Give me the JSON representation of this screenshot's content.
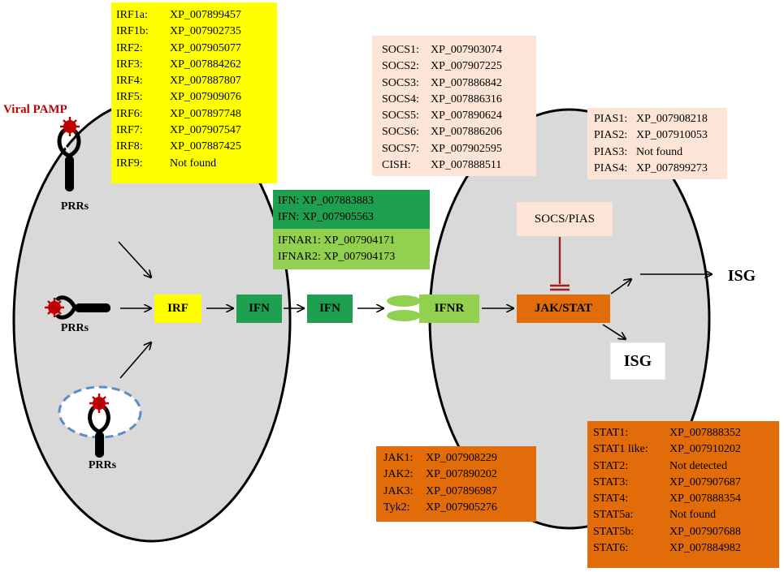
{
  "viral_pamp": "Viral PAMP",
  "prrs": [
    "PRRs",
    "PRRs",
    "PRRs"
  ],
  "irf_genes": [
    {
      "name": "IRF1a:",
      "id": "XP_007899457"
    },
    {
      "name": "IRF1b:",
      "id": "XP_007902735"
    },
    {
      "name": "IRF2:",
      "id": "XP_007905077"
    },
    {
      "name": "IRF3:",
      "id": "XP_007884262"
    },
    {
      "name": "IRF4:",
      "id": "XP_007887807"
    },
    {
      "name": "IRF5:",
      "id": "XP_007909076"
    },
    {
      "name": "IRF6:",
      "id": "XP_007897748"
    },
    {
      "name": "IRF7:",
      "id": "XP_007907547"
    },
    {
      "name": "IRF8:",
      "id": "XP_007887425"
    },
    {
      "name": "IRF9:",
      "id": "Not found"
    }
  ],
  "socs_genes": [
    {
      "name": "SOCS1:",
      "id": "XP_007903074"
    },
    {
      "name": "SOCS2:",
      "id": "XP_007907225"
    },
    {
      "name": "SOCS3:",
      "id": "XP_007886842"
    },
    {
      "name": "SOCS4:",
      "id": "XP_007886316"
    },
    {
      "name": "SOCS5:",
      "id": "XP_007890624"
    },
    {
      "name": "SOCS6:",
      "id": "XP_007886206"
    },
    {
      "name": "SOCS7:",
      "id": "XP_007902595"
    },
    {
      "name": "CISH:",
      "id": "XP_007888511"
    }
  ],
  "pias_genes": [
    {
      "name": "PIAS1:",
      "id": "XP_007908218"
    },
    {
      "name": "PIAS2:",
      "id": "XP_007910053"
    },
    {
      "name": "PIAS3:",
      "id": "Not found"
    },
    {
      "name": "PIAS4:",
      "id": "XP_007899273"
    }
  ],
  "ifn_genes": [
    "IFN: XP_007883883",
    "IFN: XP_007905563"
  ],
  "ifnar_genes": [
    "IFNAR1: XP_007904171",
    "IFNAR2: XP_007904173"
  ],
  "jak_genes": [
    {
      "name": "JAK1:",
      "id": "XP_007908229"
    },
    {
      "name": "JAK2:",
      "id": "XP_007890202"
    },
    {
      "name": "JAK3:",
      "id": "XP_007896987"
    },
    {
      "name": "Tyk2:",
      "id": "XP_007905276"
    }
  ],
  "stat_genes": [
    {
      "name": "STAT1:",
      "id": "XP_007888352"
    },
    {
      "name": "STAT1 like:",
      "id": "XP_007910202"
    },
    {
      "name": "STAT2:",
      "id": "Not detected"
    },
    {
      "name": "STAT3:",
      "id": "XP_007907687"
    },
    {
      "name": "STAT4:",
      "id": "XP_007888354"
    },
    {
      "name": "STAT5a:",
      "id": "Not found"
    },
    {
      "name": "STAT5b:",
      "id": "XP_007907688"
    },
    {
      "name": "STAT6:",
      "id": "XP_007884982"
    }
  ],
  "pathway": {
    "irf": "IRF",
    "ifn_inner": "IFN",
    "ifn_outer": "IFN",
    "ifnr": "IFNR",
    "jakstat": "JAK/STAT",
    "socs_pias": "SOCS/PIAS",
    "isg_right": "ISG",
    "isg_below": "ISG"
  },
  "colors": {
    "cell_fill": "#d9d9d9",
    "irf_yellow": "#ffff00",
    "ifn_green": "#1fa050",
    "ifnar_lightgreen": "#92d050",
    "jakstat_orange": "#e36c0a",
    "socs_peach": "#fce4d6",
    "pamp_red": "#c00000",
    "inhibitor_darkred": "#a02020",
    "endosome_blue": "#5b8ec9"
  }
}
